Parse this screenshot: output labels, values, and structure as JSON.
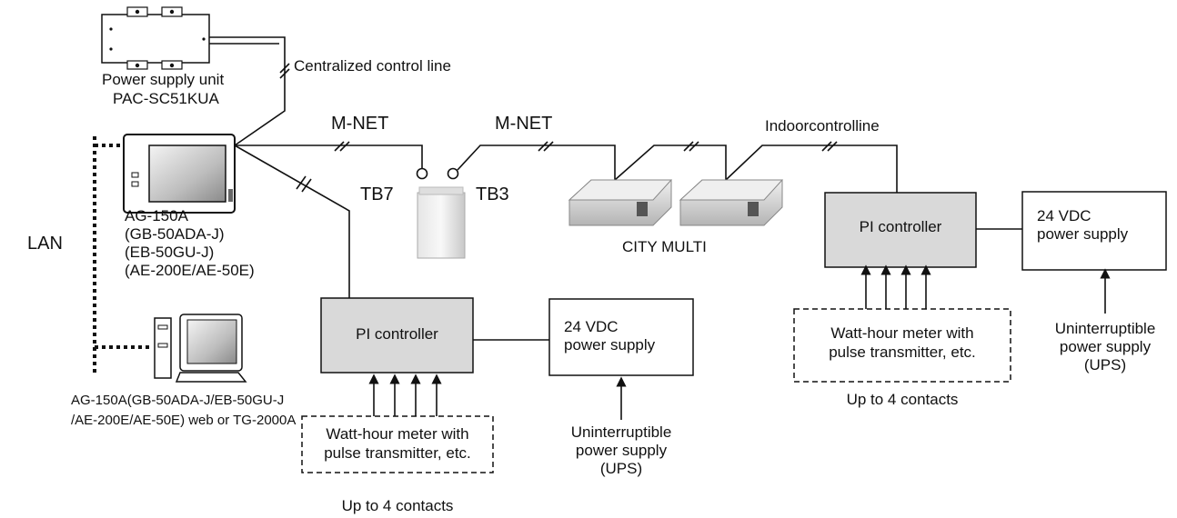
{
  "labels": {
    "psu_name": "Power supply unit",
    "psu_model": "PAC-SC51KUA",
    "central_line": "Centralized control line",
    "mnet_left": "M-NET",
    "mnet_right": "M-NET",
    "indoor_line": "Indoorcontrolline",
    "tb7": "TB7",
    "tb3": "TB3",
    "city_multi": "CITY MULTI",
    "lan": "LAN",
    "ag_lines": [
      "AG-150A",
      "(GB-50ADA-J)",
      "(EB-50GU-J)",
      "(AE-200E/AE-50E)"
    ],
    "pc_lines": [
      "AG-150A(GB-50ADA-J/EB-50GU-J",
      "/AE-200E/AE-50E) web or TG-2000A"
    ]
  },
  "left_group": {
    "pi_controller": "PI controller",
    "power_supply_lines": [
      "24 VDC",
      "power supply"
    ],
    "meter_lines": [
      "Watt-hour meter with",
      "pulse transmitter, etc."
    ],
    "contacts": "Up to 4 contacts",
    "ups_lines": [
      "Uninterruptible",
      "power supply",
      "(UPS)"
    ]
  },
  "right_group": {
    "pi_controller": "PI controller",
    "power_supply_lines": [
      "24 VDC",
      "power supply"
    ],
    "meter_lines": [
      "Watt-hour meter with",
      "pulse transmitter, etc."
    ],
    "contacts": "Up to 4 contacts",
    "ups_lines": [
      "Uninterruptible",
      "power supply",
      "(UPS)"
    ]
  },
  "colors": {
    "line": "#111111",
    "box_fill": "#d9d9d9",
    "white": "#ffffff"
  }
}
